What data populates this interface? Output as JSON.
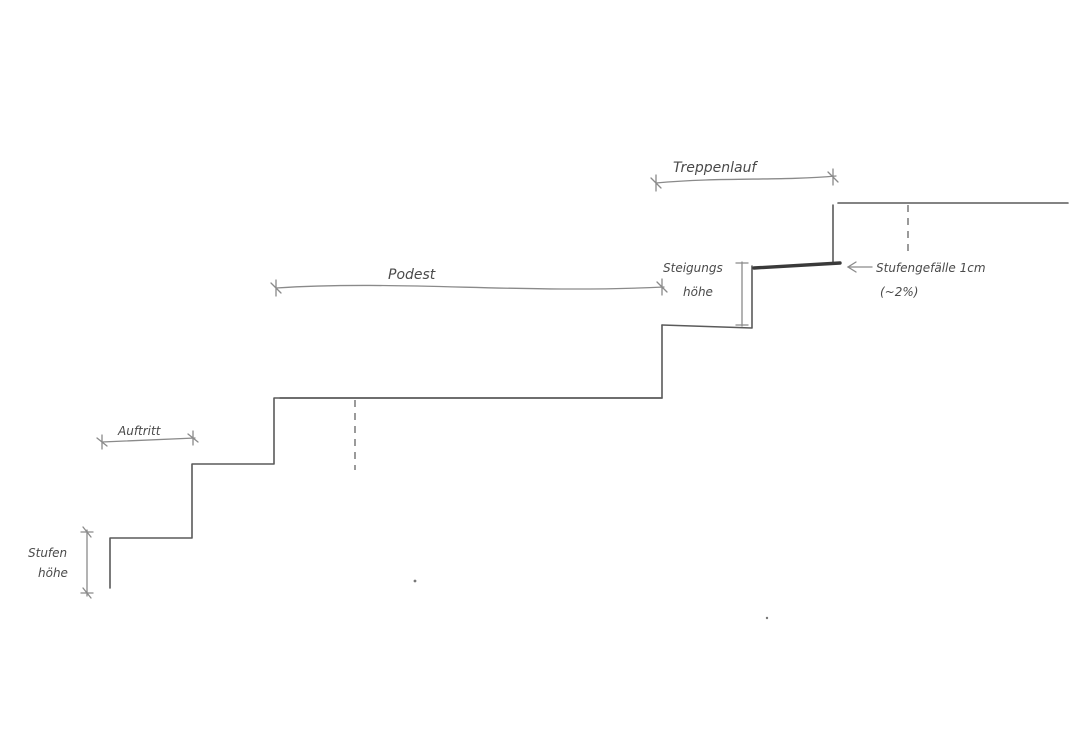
{
  "labels": {
    "stufenhoehe_line1": "Stufen",
    "stufenhoehe_line2": "höhe",
    "auftritt": "Auftritt",
    "podest": "Podest",
    "steigungshoehe_line1": "Steigungs",
    "steigungshoehe_line2": "höhe",
    "treppenlauf": "Treppenlauf",
    "stufengefaelle_line1": "Stufengefälle 1cm",
    "stufengefaelle_line2": "(~2%)"
  },
  "colors": {
    "pencil": "#5a5a5a",
    "paper": "#ffffff"
  }
}
